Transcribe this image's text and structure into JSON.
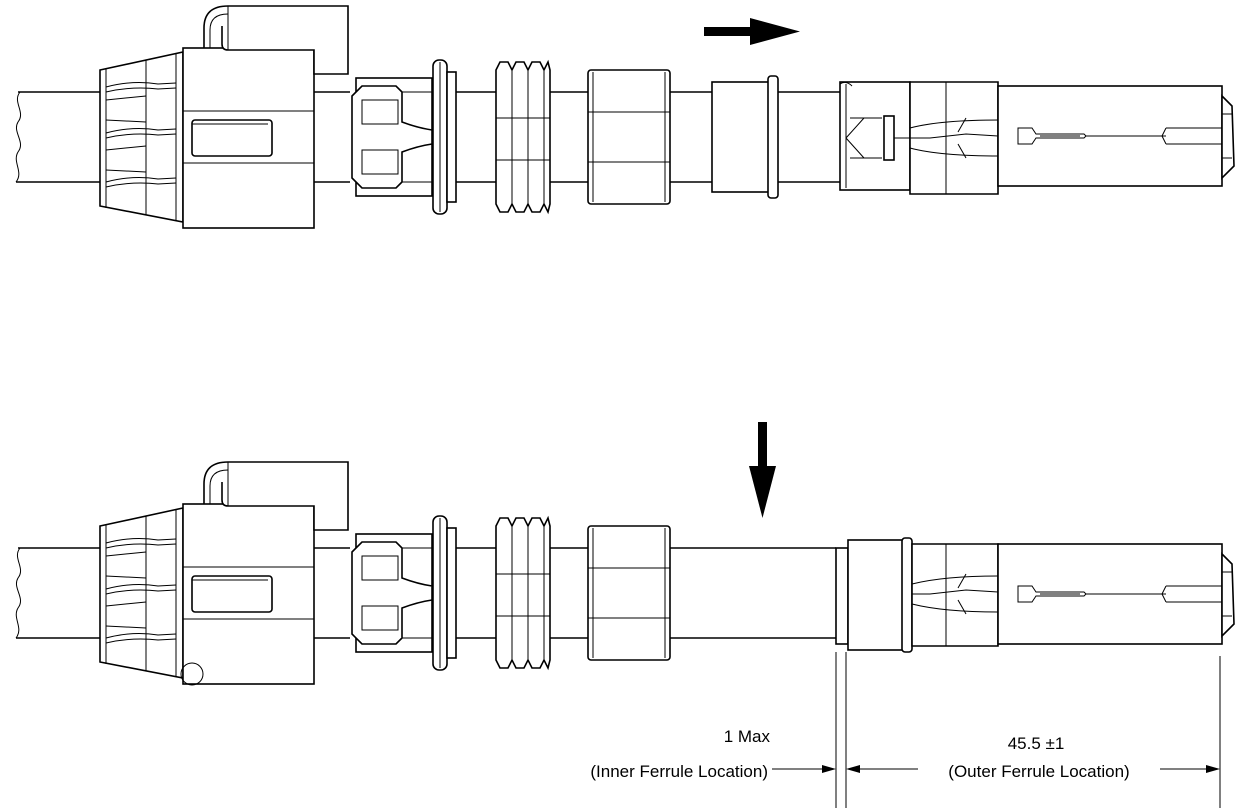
{
  "dimensions": {
    "inner": {
      "value": "1 Max",
      "label": "(Inner Ferrule Location)"
    },
    "outer": {
      "value": "45.5 ±1",
      "label": "(Outer Ferrule Location)"
    }
  },
  "colors": {
    "line": "#000000",
    "background": "#ffffff"
  }
}
